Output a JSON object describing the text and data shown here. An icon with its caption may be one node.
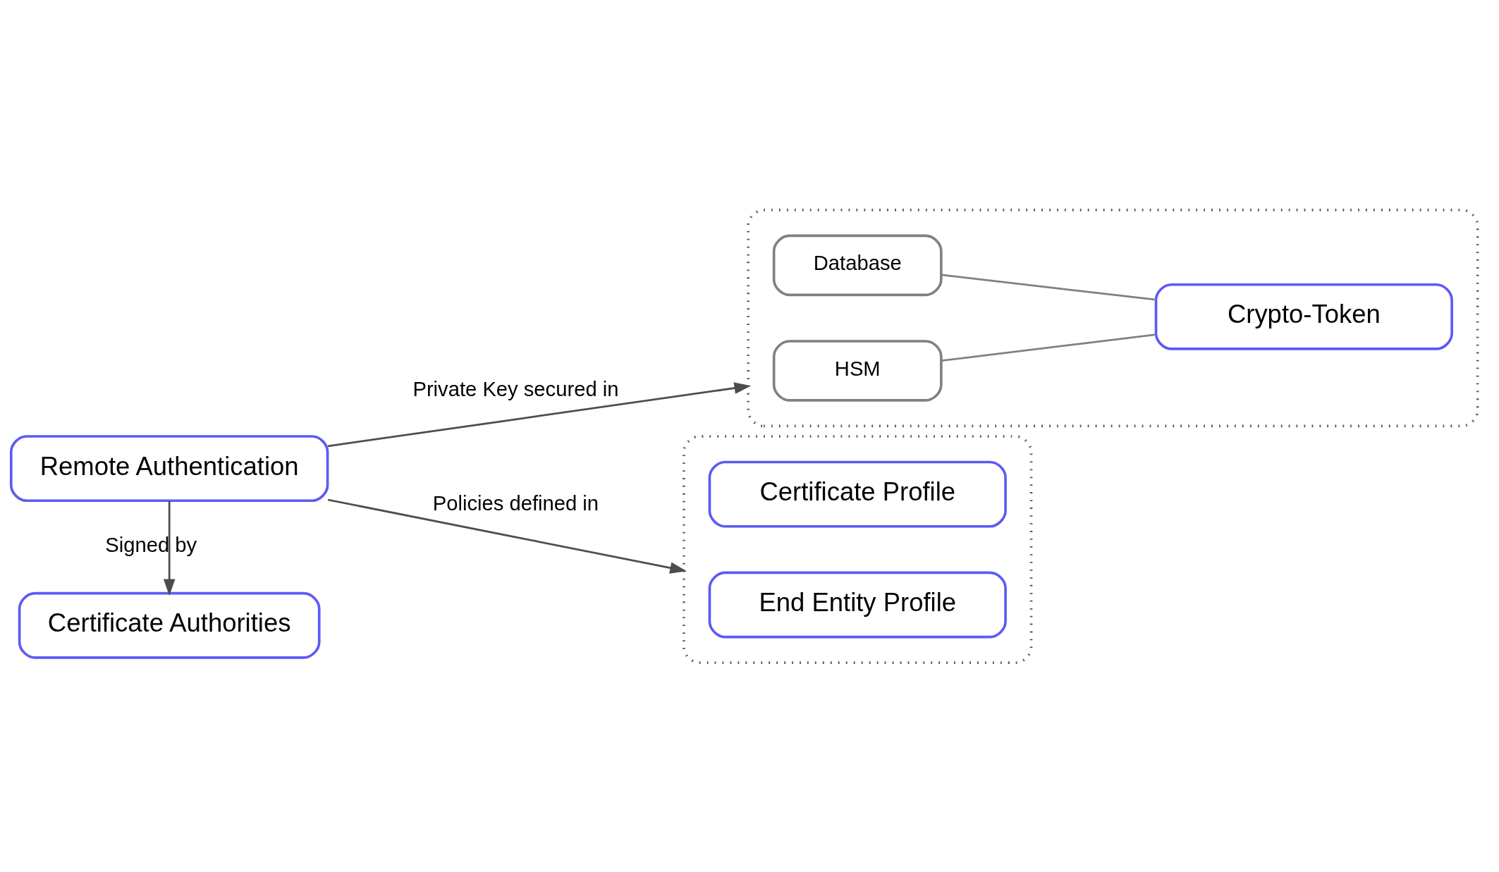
{
  "diagram": {
    "nodes": [
      {
        "text": [
          "Remote Authentication"
        ]
      },
      {
        "text": [
          "Certificate Authorities"
        ]
      },
      {
        "text": [],
        "shape": "box"
      },
      {
        "text": [
          "Database"
        ],
        "in": 2
      },
      {
        "text": [
          "HSM"
        ],
        "in": 2
      },
      {
        "text": [
          "Crypto-Token"
        ],
        "in": 2
      },
      {
        "text": [],
        "shape": "box"
      },
      {
        "text": [
          "Certificate Profile"
        ],
        "in": 6
      },
      {
        "text": [
          "End Entity Profile"
        ],
        "in": 6
      }
    ],
    "edges": [
      {
        "from": 0,
        "to": 2,
        "arrow": "to",
        "label": "Private Key secured in"
      },
      {
        "from": 0,
        "to": 1,
        "arrow": "to",
        "label": "Signed by"
      },
      {
        "from": 0,
        "to": 6,
        "arrow": "to",
        "label": "Policies defined in"
      },
      {
        "from": 3,
        "to": 5,
        "arrow": "none",
        "color": "#808080"
      },
      {
        "from": 4,
        "to": 5,
        "arrow": "none",
        "color": "#808080"
      }
    ]
  }
}
